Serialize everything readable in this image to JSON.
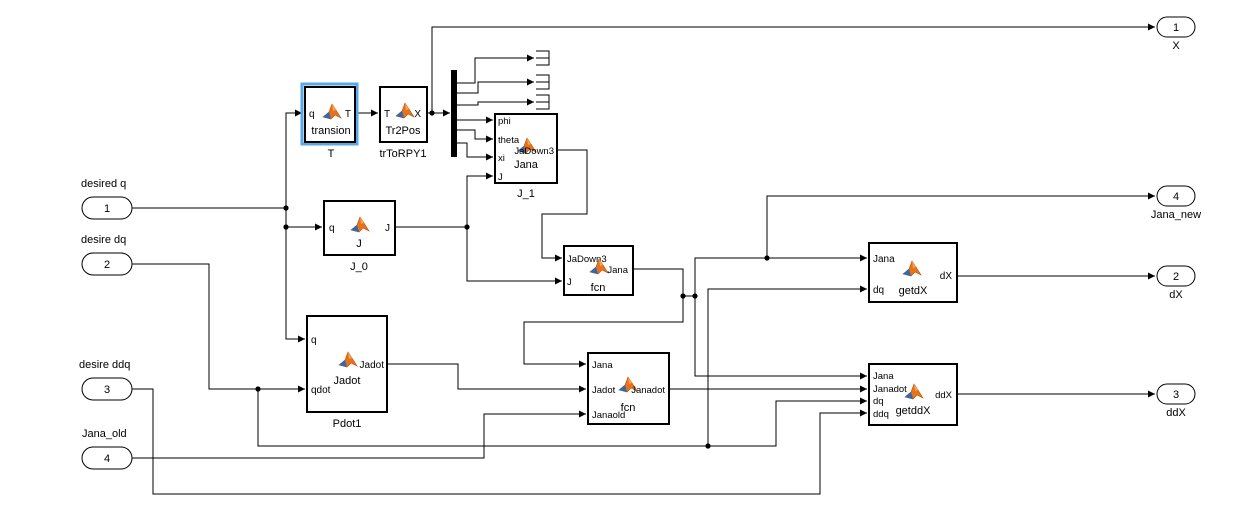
{
  "colors": {
    "line": "#000000",
    "background": "#ffffff",
    "block_fill": "#ffffff",
    "selection": "#5aa8e6",
    "matlab_icon_primary": "#e8721c",
    "matlab_icon_secondary": "#2b6bb3"
  },
  "inports": [
    {
      "number": "1",
      "label": "desired q"
    },
    {
      "number": "2",
      "label": "desire dq"
    },
    {
      "number": "3",
      "label": "desire ddq"
    },
    {
      "number": "4",
      "label": "Jana_old"
    }
  ],
  "outports": [
    {
      "number": "1",
      "label": "X"
    },
    {
      "number": "4",
      "label": "Jana_new"
    },
    {
      "number": "2",
      "label": "dX"
    },
    {
      "number": "3",
      "label": "ddX"
    }
  ],
  "blocks": {
    "T": {
      "name": "T",
      "title": "transion",
      "in_ports": [
        "q"
      ],
      "out_ports": [
        "T"
      ]
    },
    "trToRPY1": {
      "name": "trToRPY1",
      "title": "Tr2Pos",
      "in_ports": [
        "T"
      ],
      "out_ports": [
        "X"
      ]
    },
    "J_0": {
      "name": "J_0",
      "title": "J",
      "in_ports": [
        "q"
      ],
      "out_ports": [
        "J"
      ]
    },
    "J_1": {
      "name": "J_1",
      "title": "Jana",
      "in_ports": [
        "phi",
        "theta",
        "xi",
        "J"
      ],
      "out_ports": [
        "JaDown3"
      ]
    },
    "fcn1": {
      "name": "",
      "title": "fcn",
      "in_ports": [
        "JaDown3",
        "J"
      ],
      "out_ports": [
        "Jana"
      ]
    },
    "Pdot1": {
      "name": "Pdot1",
      "title": "Jadot",
      "in_ports": [
        "q",
        "qdot"
      ],
      "out_ports": [
        "Jadot"
      ]
    },
    "fcn2": {
      "name": "",
      "title": "fcn",
      "in_ports": [
        "Jana",
        "Jadot",
        "Janaold"
      ],
      "out_ports": [
        "Janadot"
      ]
    },
    "getdX": {
      "name": "",
      "title": "getdX",
      "in_ports": [
        "Jana",
        "dq"
      ],
      "out_ports": [
        "dX"
      ]
    },
    "getddX": {
      "name": "",
      "title": "getddX",
      "in_ports": [
        "Jana",
        "Janadot",
        "dq",
        "ddq"
      ],
      "out_ports": [
        "ddX"
      ]
    }
  }
}
